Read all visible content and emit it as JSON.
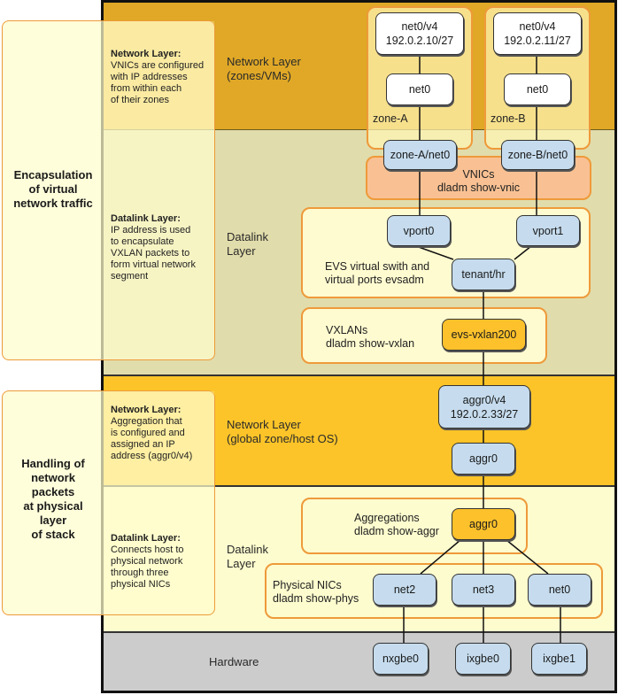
{
  "colors": {
    "band_net_zones": "#e0a826",
    "band_datalink_virtual": "#e1dcab",
    "band_net_global": "#fcc428",
    "band_datalink_physical": "#fdfcce",
    "band_hardware": "#cccccc",
    "group_border": "#ee9a3a",
    "node_blue": "#c6dcee",
    "node_gold": "#fcc12b",
    "vnic_group": "#f9c193"
  },
  "bands": {
    "net_zones": "Network Layer\n(zones/VMs)",
    "datalink_virtual": "Datalink\nLayer",
    "net_global": "Network Layer\n(global zone/host OS)",
    "datalink_physical": "Datalink\nLayer",
    "hardware": "Hardware"
  },
  "side_panels": [
    {
      "title": "Encapsulation\nof virtual\nnetwork traffic",
      "notes": [
        {
          "heading": "Network Layer:",
          "text": "VNICs are configured\nwith IP addresses\nfrom within each\nof their zones"
        },
        {
          "heading": "Datalink Layer:",
          "text": "IP address is used\nto encapsulate\nVXLAN packets to\nform virtual network\nsegment"
        }
      ]
    },
    {
      "title": "Handling of\nnetwork\npackets\nat physical\nlayer\nof stack",
      "notes": [
        {
          "heading": "Network Layer:",
          "text": "Aggregation that\nis configured and\nassigned an IP\naddress (aggr0/v4)"
        },
        {
          "heading": "Datalink Layer:",
          "text": "Connects host to\nphysical network\nthrough three\nphysical NICs"
        }
      ]
    }
  ],
  "zones": [
    {
      "label": "zone-A",
      "ip_iface": "net0/v4",
      "ip": "192.0.2.10/27",
      "iface": "net0",
      "vnic": "zone-A/net0"
    },
    {
      "label": "zone-B",
      "ip_iface": "net0/v4",
      "ip": "192.0.2.11/27",
      "iface": "net0",
      "vnic": "zone-B/net0"
    }
  ],
  "groups": {
    "vnics": {
      "title": "VNICs",
      "cmd": "dladm show-vnic"
    },
    "evs": {
      "title": "EVS virtual swith and",
      "cmd": "virtual ports evsadm"
    },
    "vxlans": {
      "title": "VXLANs",
      "cmd": "dladm show-vxlan"
    },
    "aggregations": {
      "title": "Aggregations",
      "cmd": "dladm show-aggr"
    },
    "phys": {
      "title": "Physical NICs",
      "cmd": "dladm show-phys"
    }
  },
  "nodes": {
    "vport0": "vport0",
    "vport1": "vport1",
    "tenant": "tenant/hr",
    "vxlan": "evs-vxlan200",
    "aggr_ip_iface": "aggr0/v4",
    "aggr_ip": "192.0.2.33/27",
    "aggr_global": "aggr0",
    "aggr_link": "aggr0",
    "phys": [
      "net2",
      "net3",
      "net0"
    ],
    "hw": [
      "nxgbe0",
      "ixgbe0",
      "ixgbe1"
    ]
  }
}
